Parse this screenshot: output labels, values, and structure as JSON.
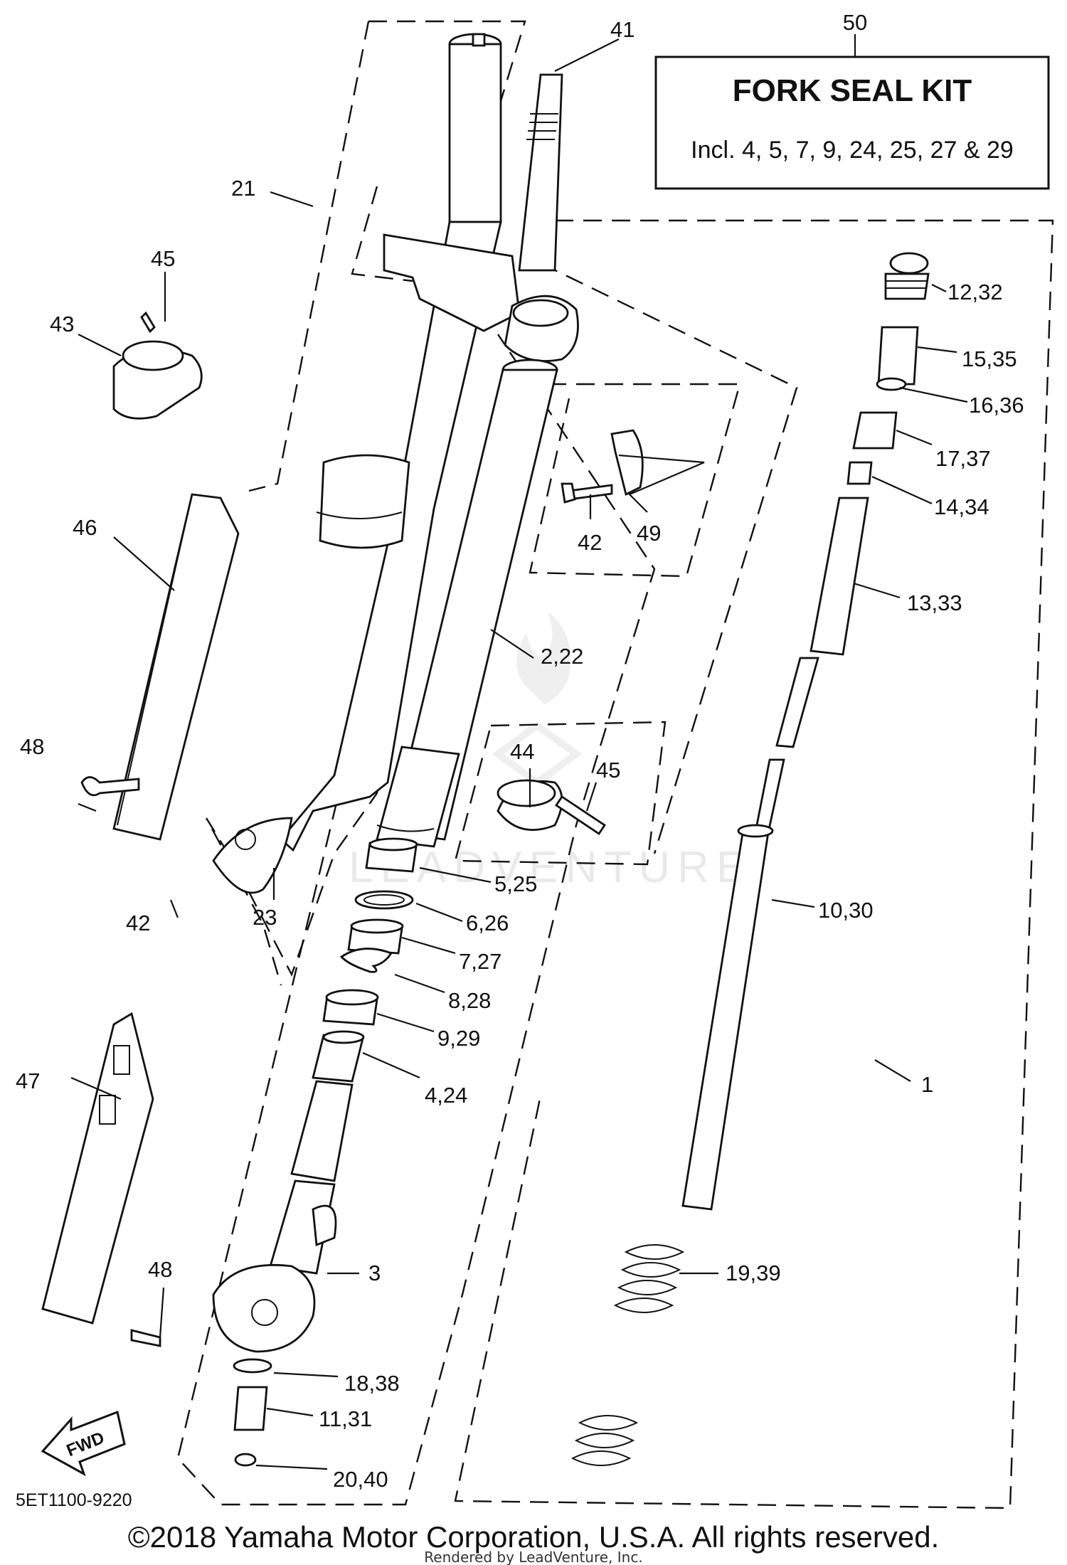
{
  "kit": {
    "number": "50",
    "title": "FORK SEAL KIT",
    "includes": "Incl. 4, 5, 7, 9, 24, 25, 27 & 29"
  },
  "labels": {
    "p41": "41",
    "p21": "21",
    "p45a": "45",
    "p43": "43",
    "p12_32": "12,32",
    "p15_35": "15,35",
    "p16_36": "16,36",
    "p17_37": "17,37",
    "p14_34": "14,34",
    "p42a": "42",
    "p49": "49",
    "p13_33": "13,33",
    "p46": "46",
    "p2_22": "2,22",
    "p44": "44",
    "p45b": "45",
    "p48a": "48",
    "p5_25": "5,25",
    "p10_30": "10,30",
    "p42b": "42",
    "p23": "23",
    "p6_26": "6,26",
    "p7_27": "7,27",
    "p8_28": "8,28",
    "p9_29": "9,29",
    "p47": "47",
    "p4_24": "4,24",
    "p1": "1",
    "p3": "3",
    "p48b": "48",
    "p19_39": "19,39",
    "p18_38": "18,38",
    "p11_31": "11,31",
    "p20_40": "20,40"
  },
  "fwd_label": "FWD",
  "diagram_code": "5ET1100-9220",
  "watermark": "LEADVENTURE",
  "copyright": "©2018 Yamaha Motor Corporation, U.S.A. All rights reserved.",
  "rendered_by": "Rendered by LeadVenture, Inc."
}
